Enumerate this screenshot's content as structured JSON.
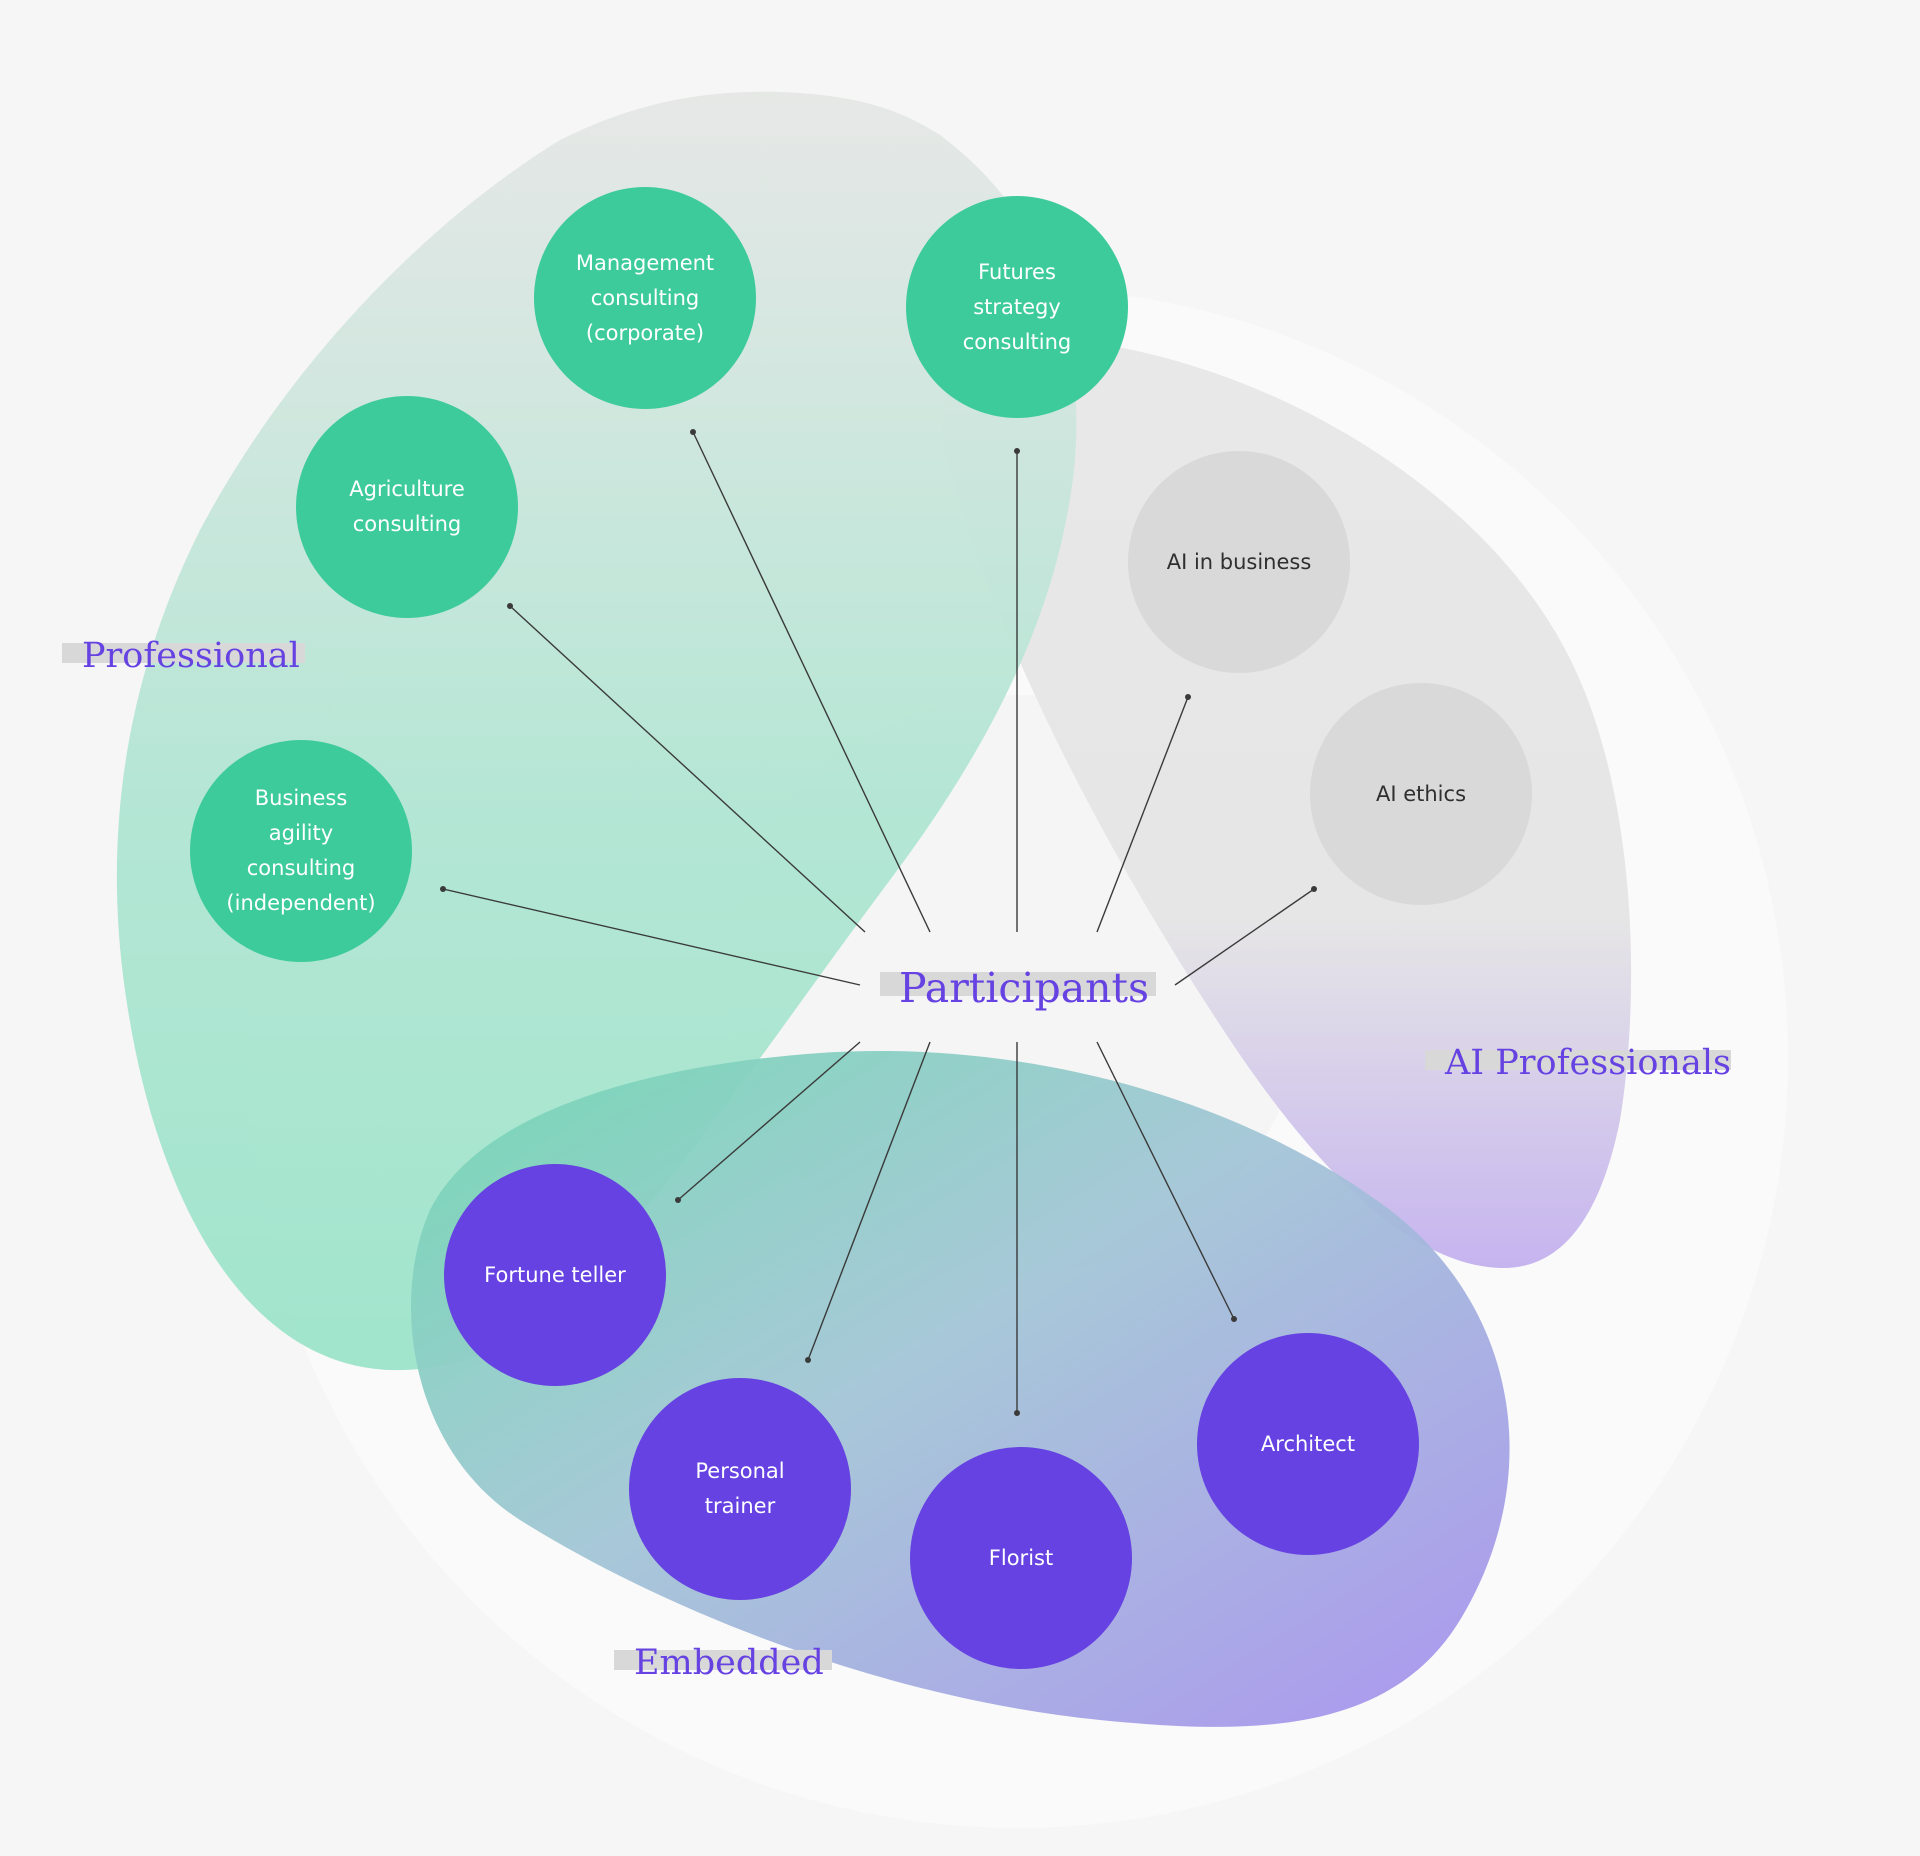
{
  "diagram": {
    "center": {
      "label": "Participants"
    },
    "groups": [
      {
        "id": "professional",
        "label": "Professional"
      },
      {
        "id": "ai-professionals",
        "label": "AI Professionals"
      },
      {
        "id": "embedded",
        "label": "Embedded"
      }
    ],
    "nodes": [
      {
        "id": "management",
        "label": "Management\nconsulting\n(corporate)",
        "group": "professional"
      },
      {
        "id": "futures",
        "label": "Futures\nstrategy\nconsulting",
        "group": "professional"
      },
      {
        "id": "agriculture",
        "label": "Agriculture\nconsulting",
        "group": "professional"
      },
      {
        "id": "business-agility",
        "label": "Business\nagility\nconsulting\n(independent)",
        "group": "professional"
      },
      {
        "id": "ai-business",
        "label": "AI in business",
        "group": "ai-professionals"
      },
      {
        "id": "ai-ethics",
        "label": "AI ethics",
        "group": "ai-professionals"
      },
      {
        "id": "fortune-teller",
        "label": "Fortune teller",
        "group": "embedded"
      },
      {
        "id": "personal-trainer",
        "label": "Personal\ntrainer",
        "group": "embedded"
      },
      {
        "id": "florist",
        "label": "Florist",
        "group": "embedded"
      },
      {
        "id": "architect",
        "label": "Architect",
        "group": "embedded"
      }
    ],
    "colors": {
      "background": "#f6f6f6",
      "professional": "#3ecb9c",
      "ai": "#d9d9d9",
      "embedded": "#6542e1",
      "label_text": "#6542e1",
      "label_highlight": "#d8d8d8",
      "connector": "#3a3a3a"
    }
  }
}
